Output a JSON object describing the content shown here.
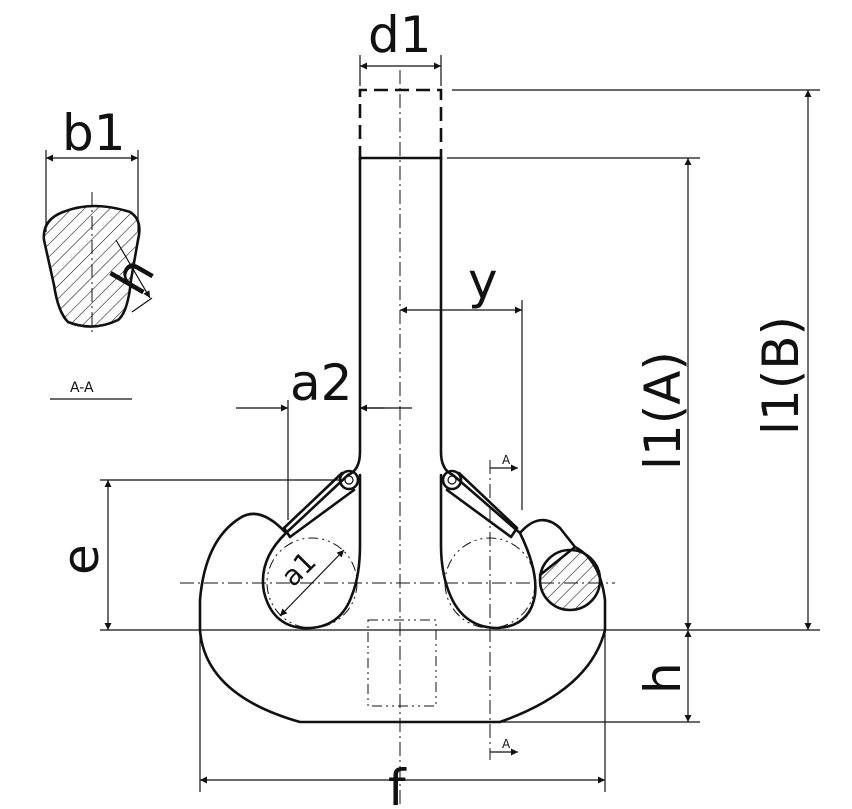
{
  "labels": {
    "d1": "d1",
    "b1": "b1",
    "h_section": "h",
    "section": "A-A",
    "y": "y",
    "a2": "a2",
    "a1": "a1",
    "e": "e",
    "l1_a": "l1(A)",
    "l1_b": "l1(B)",
    "h": "h",
    "f": "f",
    "cut_top": "A",
    "cut_bottom": "A"
  }
}
